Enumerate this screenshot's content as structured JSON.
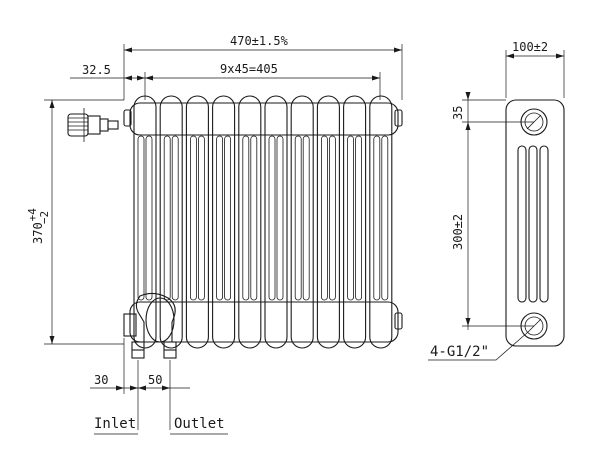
{
  "dimensions": {
    "overall_width": "470±1.5%",
    "offset_left": "32.5",
    "column_pitch": "9x45=405",
    "height_base": "370",
    "height_tol_plus": "+4",
    "height_tol_minus": "−2",
    "depth": "100±2",
    "top_offset": "35",
    "port_spacing": "300±2",
    "ports": "4-G1/2\"",
    "valve_offset": "30",
    "valve_spacing": "50"
  },
  "labels": {
    "inlet": "Inlet",
    "outlet": "Outlet"
  },
  "radiator": {
    "columns": 10
  }
}
